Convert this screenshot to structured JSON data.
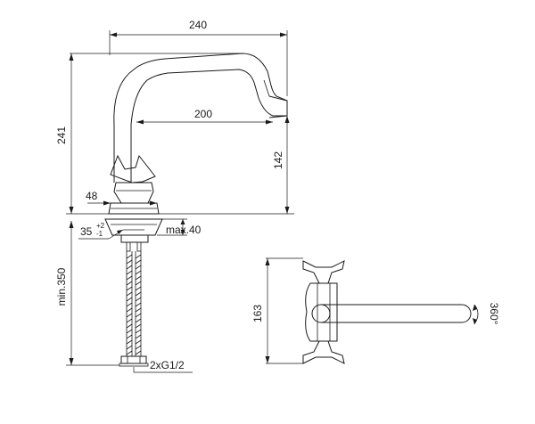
{
  "dimensions": {
    "total_reach": "240",
    "spout_reach": "200",
    "total_height": "241",
    "spout_height": "142",
    "base_diameter": "48",
    "hole_diameter": "35",
    "hole_tolerance_plus": "+2",
    "hole_tolerance_minus": "-1",
    "max_deck_thickness": "max.40",
    "hose_length": "min.350",
    "connection": "2xG1/2",
    "plan_width": "163",
    "swivel": "360°"
  }
}
